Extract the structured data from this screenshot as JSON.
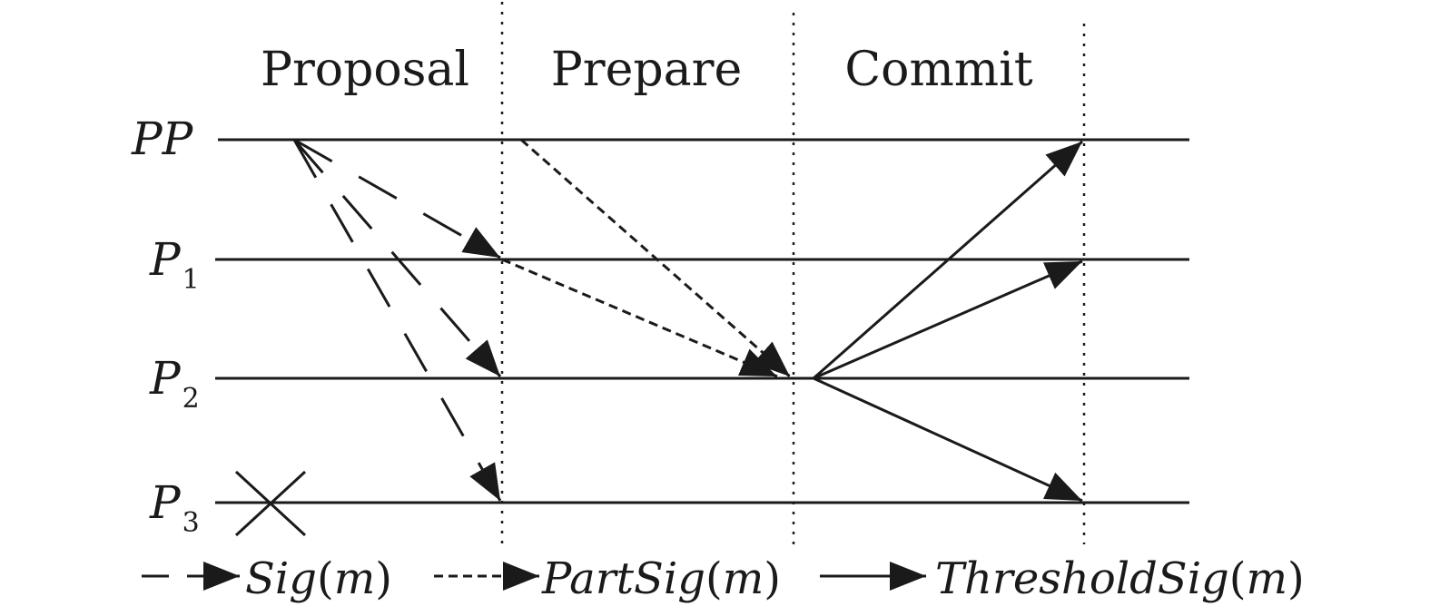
{
  "phases": {
    "proposal": "Proposal",
    "prepare": "Prepare",
    "commit": "Commit"
  },
  "processes": {
    "pp": {
      "name": "PP"
    },
    "p1": {
      "name": "P",
      "sub": "1"
    },
    "p2": {
      "name": "P",
      "sub": "2"
    },
    "p3": {
      "name": "P",
      "sub": "3"
    }
  },
  "legend": {
    "sig": {
      "name": "Sig",
      "open": "(",
      "arg": "m",
      "close": ")"
    },
    "partsig": {
      "name": "PartSig",
      "open": "(",
      "arg": "m",
      "close": ")"
    },
    "thresholdsig": {
      "name": "ThresholdSig",
      "open": "(",
      "arg": "m",
      "close": ")"
    }
  },
  "colors": {
    "ink": "#1a1a1a",
    "background": "#ffffff"
  }
}
